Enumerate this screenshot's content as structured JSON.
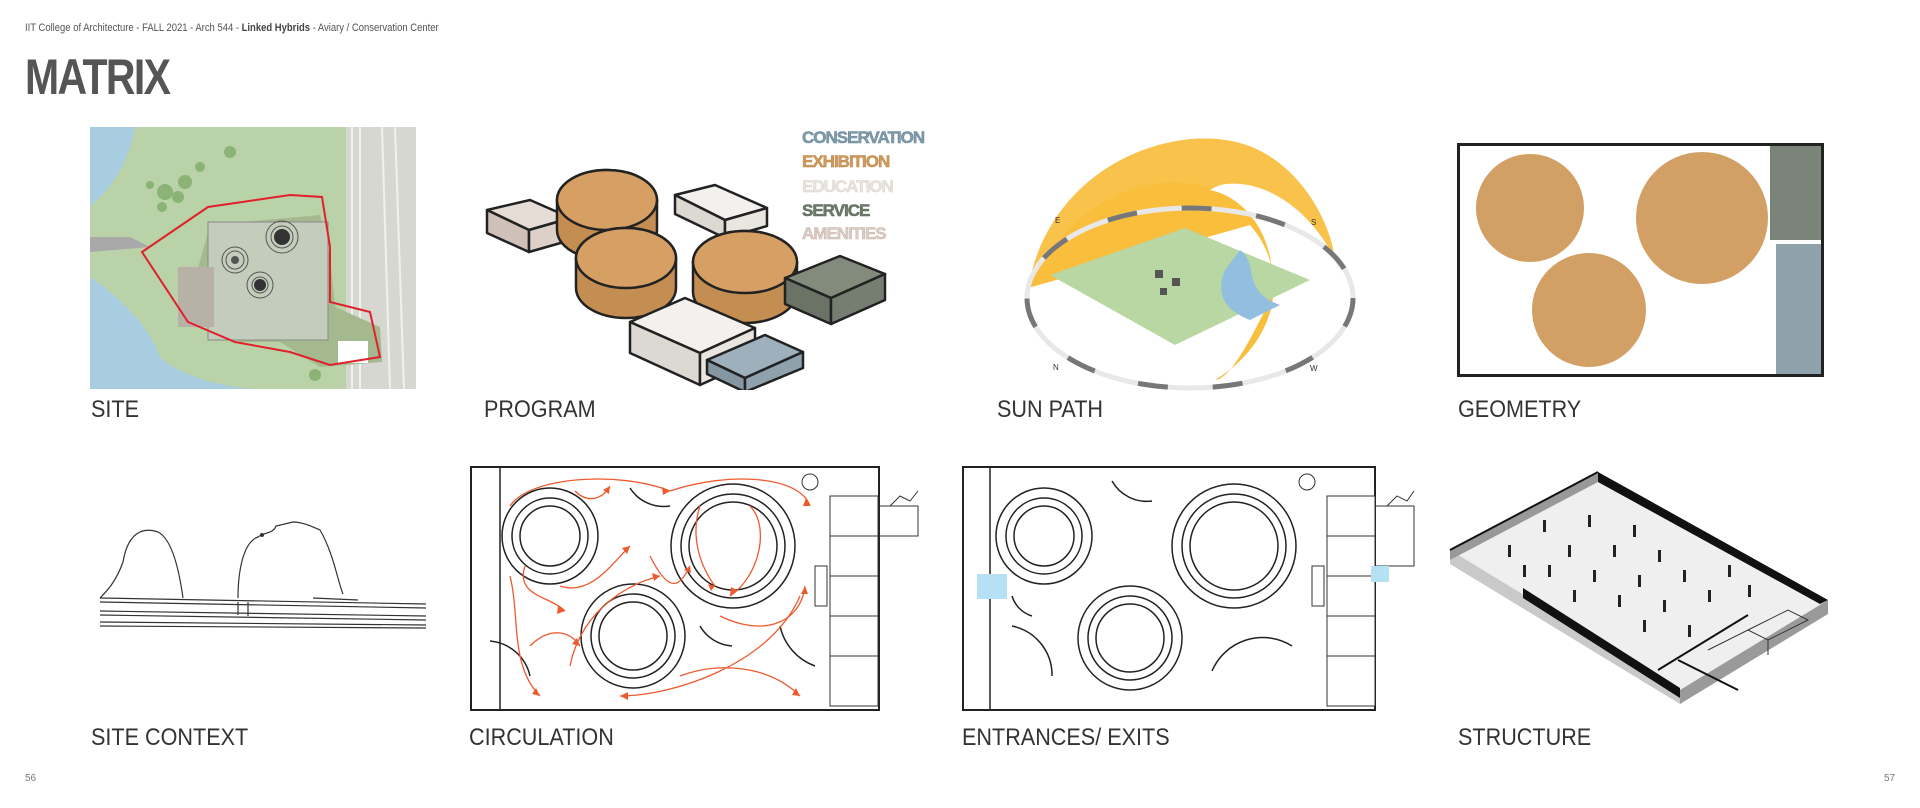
{
  "header": {
    "prefix": "IIT College of Architecture - FALL 2021 - Arch 544 - ",
    "bold": "Linked Hybrids",
    "suffix": " - Aviary / Conservation Center"
  },
  "page_title": "MATRIX",
  "panels": {
    "site": "SITE",
    "program": "PROGRAM",
    "sun_path": "SUN PATH",
    "geometry": "GEOMETRY",
    "site_context": "SITE CONTEXT",
    "circulation": "CIRCULATION",
    "entrances_exits": "ENTRANCES/ EXITS",
    "structure": "STRUCTURE"
  },
  "program_legend": [
    {
      "label": "CONSERVATION",
      "color": "#7f9bab"
    },
    {
      "label": "EXHIBITION",
      "color": "#d09a5f"
    },
    {
      "label": "EDUCATION",
      "color": "#e7e2dc"
    },
    {
      "label": "SERVICE",
      "color": "#6e7a68"
    },
    {
      "label": "AMENITIES",
      "color": "#d8c7bf"
    }
  ],
  "sun_path_labels": {
    "e": "E",
    "s": "S",
    "n": "N",
    "w": "W"
  },
  "colors": {
    "exhibition": "#d2a064",
    "conservation": "#8fa2ac",
    "service": "#7b8478",
    "education": "#efeeea",
    "amenities": "#d7ccc6",
    "sun_arc": "#f7b92b",
    "circulation_arrow": "#ee5a2e",
    "site_boundary": "#e0202a"
  },
  "page_numbers": {
    "left": "56",
    "right": "57"
  }
}
